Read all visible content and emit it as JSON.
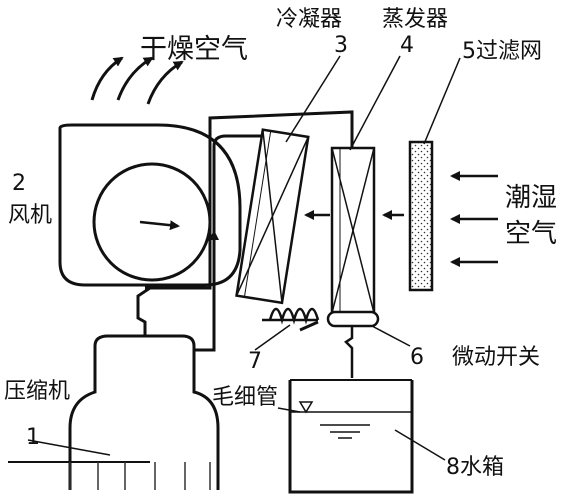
{
  "labels": {
    "dry_air": "干燥空气",
    "condenser": "冷凝器",
    "condenser_num": "3",
    "evaporator": "蒸发器",
    "evaporator_num": "4",
    "filter": "5过滤网",
    "fan_num": "2",
    "fan": "风机",
    "humid_air_1": "潮湿",
    "humid_air_2": "空气",
    "capillary_num": "7",
    "capillary": "毛细管",
    "switch_num": "6",
    "micro_switch": "微动开关",
    "compressor": "压缩机",
    "compressor_num": "1",
    "water_tank": "8水箱"
  },
  "colors": {
    "ink": "#111111",
    "background": "#ffffff"
  }
}
